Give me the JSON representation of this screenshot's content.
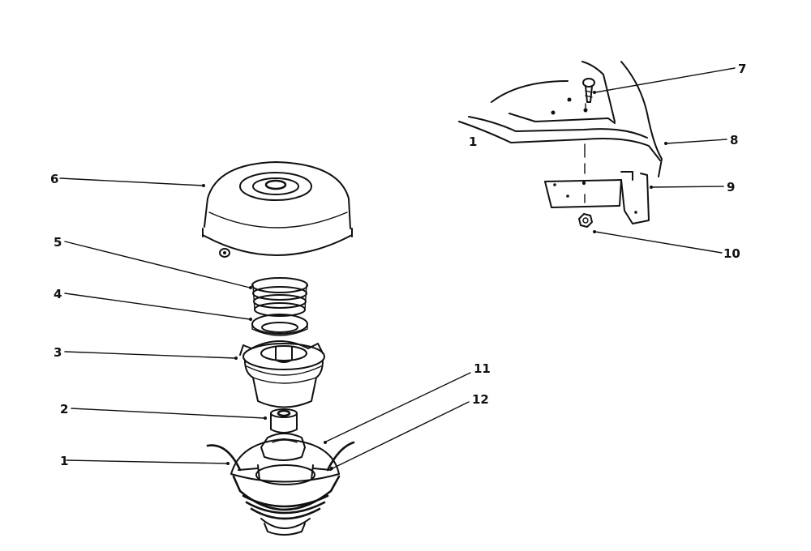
{
  "callouts": {
    "c1": "1",
    "c2": "2",
    "c3": "3",
    "c4": "4",
    "c5": "5",
    "c6": "6",
    "c7": "7",
    "c8": "8",
    "c9": "9",
    "c10": "10",
    "c11": "11",
    "c12": "12",
    "deck_marker": "1"
  }
}
